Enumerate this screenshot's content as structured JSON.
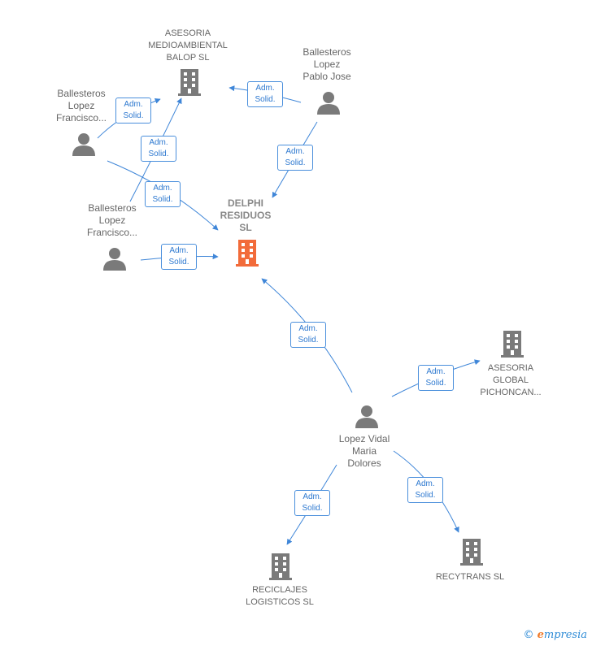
{
  "nodes": {
    "delphi": "DELPHI\nRESIDUOS\nSL",
    "balop": "ASESORIA\nMEDIOAMBIENTAL\nBALOP SL",
    "pablo_jose": "Ballesteros\nLopez\nPablo Jose",
    "francisco_1": "Ballesteros\nLopez\nFrancisco...",
    "francisco_2": "Ballesteros\nLopez\nFrancisco...",
    "lopez_vidal": "Lopez Vidal\nMaria\nDolores",
    "pichoncan": "ASESORIA\nGLOBAL\nPICHONCAN...",
    "reciclajes": "RECICLAJES\nLOGISTICOS SL",
    "recytrans": "RECYTRANS SL"
  },
  "relations": [
    {
      "line1": "Adm.",
      "line2": "Solid."
    },
    {
      "line1": "Adm.",
      "line2": "Solid."
    },
    {
      "line1": "Adm.",
      "line2": "Solid."
    },
    {
      "line1": "Adm.",
      "line2": "Solid."
    },
    {
      "line1": "Adm.",
      "line2": "Solid."
    },
    {
      "line1": "Adm.",
      "line2": "Solid."
    },
    {
      "line1": "Adm.",
      "line2": "Solid."
    },
    {
      "line1": "Adm.",
      "line2": "Solid."
    },
    {
      "line1": "Adm.",
      "line2": "Solid."
    },
    {
      "line1": "Adm.",
      "line2": "Solid."
    }
  ],
  "footer": {
    "copyright": "©",
    "brand_initial": "e",
    "brand_rest": "mpresia"
  },
  "colors": {
    "edge": "#3f86d8",
    "main_company": "#f26b3a",
    "node_icon": "#7a7a7a",
    "relation_text": "#2e79d0"
  }
}
